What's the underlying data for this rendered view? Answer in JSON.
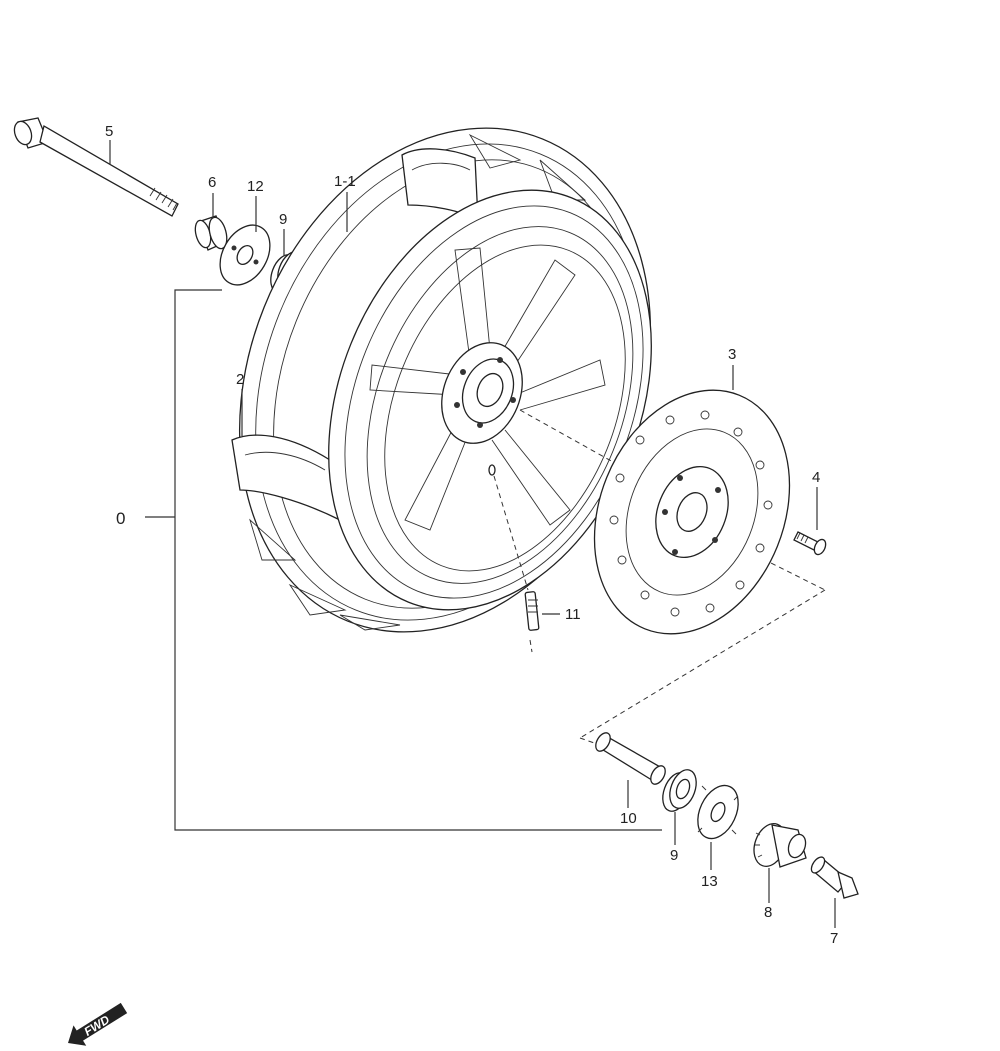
{
  "callouts": [
    {
      "id": "0",
      "text": "0"
    },
    {
      "id": "1-1",
      "text": "1-1"
    },
    {
      "id": "2",
      "text": "2"
    },
    {
      "id": "3",
      "text": "3"
    },
    {
      "id": "4",
      "text": "4"
    },
    {
      "id": "5",
      "text": "5"
    },
    {
      "id": "6",
      "text": "6"
    },
    {
      "id": "7",
      "text": "7"
    },
    {
      "id": "8",
      "text": "8"
    },
    {
      "id": "9a",
      "text": "9"
    },
    {
      "id": "9b",
      "text": "9"
    },
    {
      "id": "10",
      "text": "10"
    },
    {
      "id": "11",
      "text": "11"
    },
    {
      "id": "12",
      "text": "12"
    },
    {
      "id": "13",
      "text": "13"
    }
  ],
  "direction_badge": {
    "text": "FWD"
  }
}
